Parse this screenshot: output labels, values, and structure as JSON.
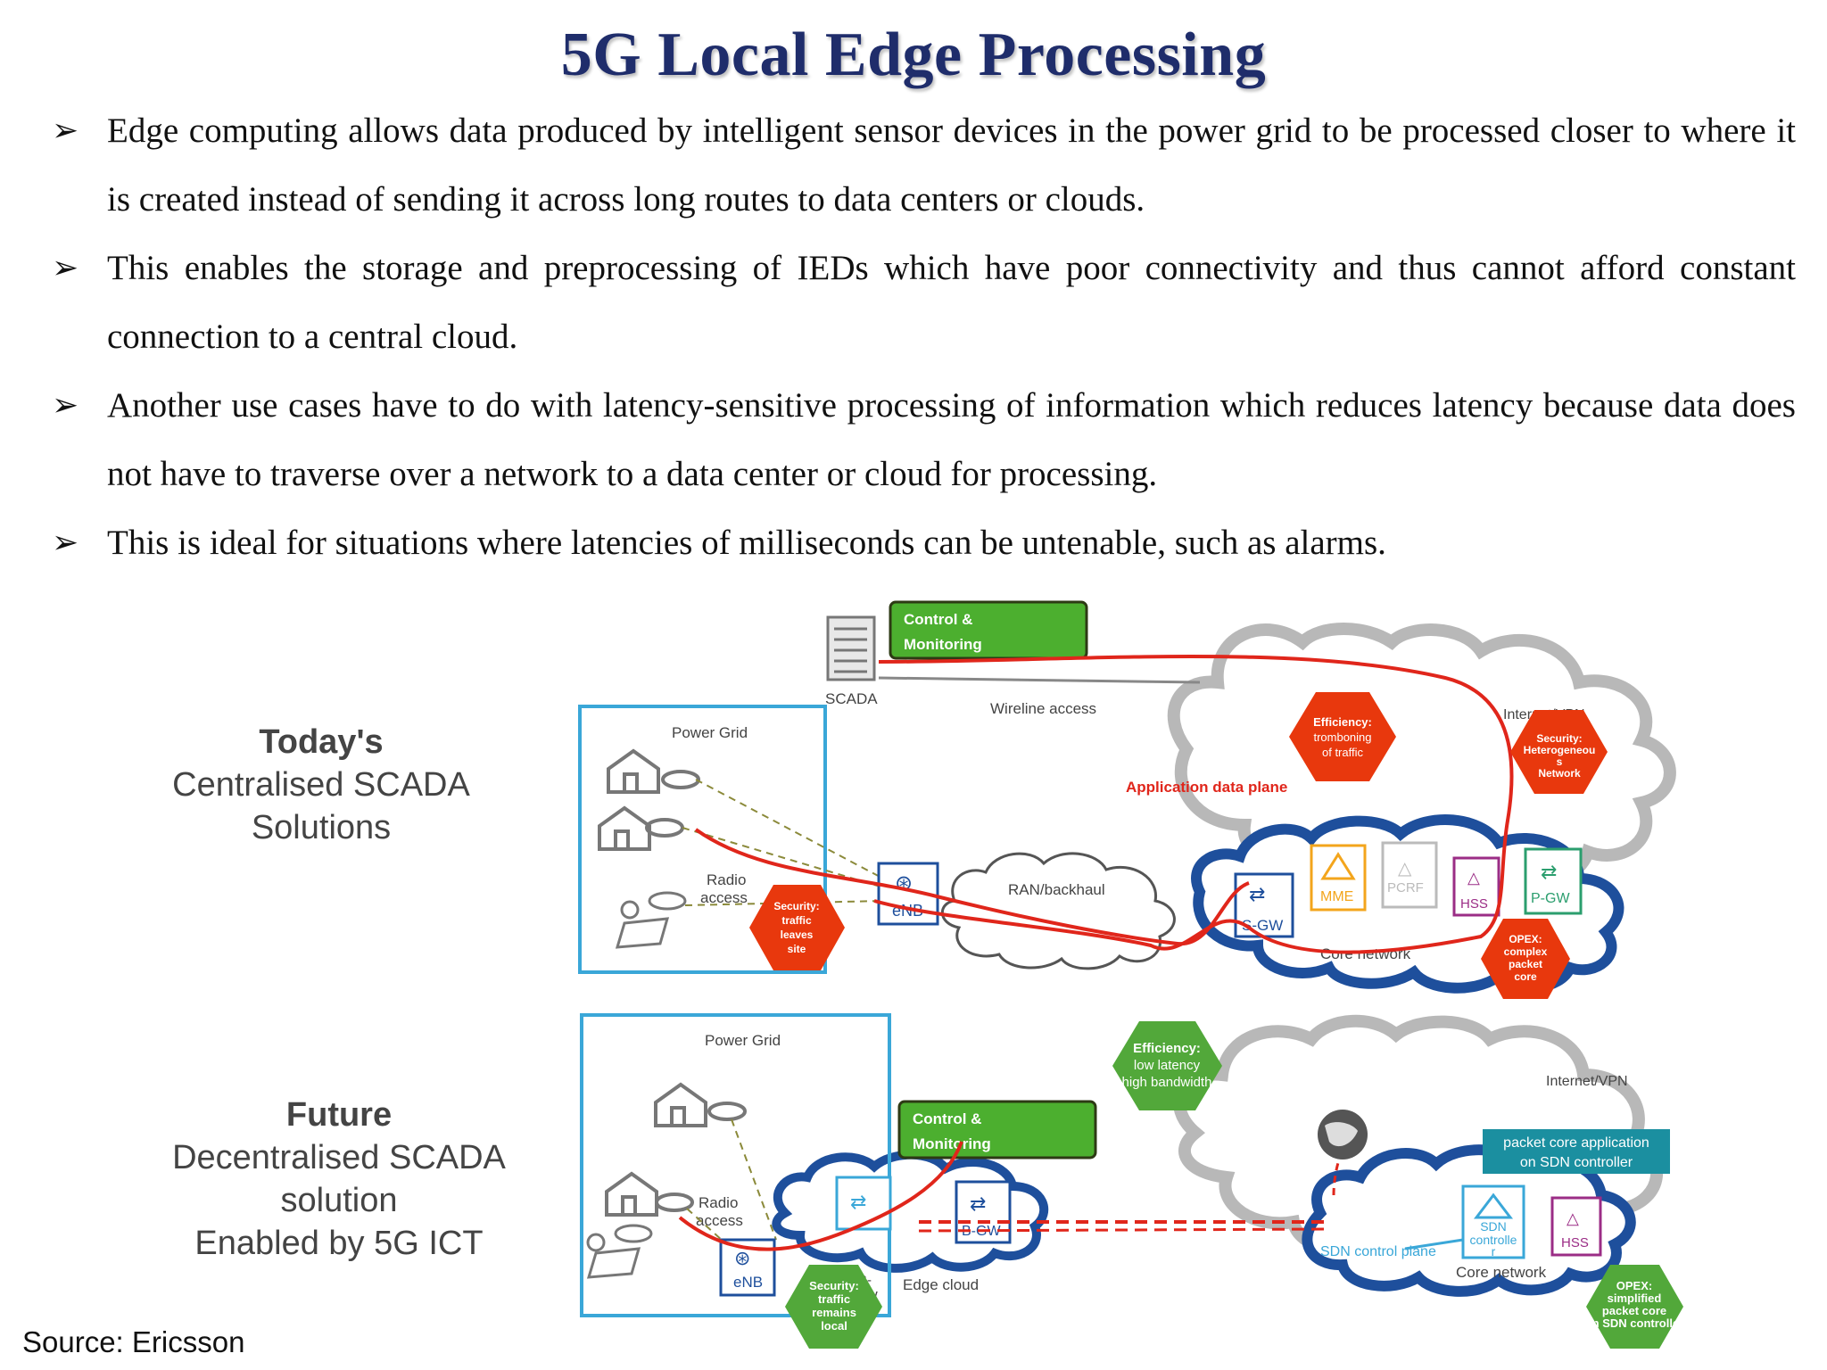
{
  "title": "5G Local Edge Processing",
  "bullets": [
    "Edge computing allows data produced by intelligent sensor devices in the power grid to be processed closer to where it is created instead of sending it across long routes to data centers or clouds.",
    "This enables the storage and preprocessing of IEDs which have poor connectivity and thus cannot afford constant connection to a central cloud.",
    "Another use cases have to do with latency-sensitive processing of information which reduces latency because data does not have to traverse over a network to a data center or cloud for processing.",
    "This is ideal for situations where latencies of milliseconds can be untenable, such as alarms."
  ],
  "source": "Source:  Ericsson",
  "today": {
    "heading": "Today's",
    "line2": "Centralised SCADA",
    "line3": "Solutions",
    "scada": "SCADA",
    "control": [
      "Control  &",
      "Monitoring"
    ],
    "wireline": "Wireline access",
    "power_grid": "Power Grid",
    "radio_access": [
      "Radio",
      "access"
    ],
    "enb": "eNB",
    "ran": "RAN/backhaul",
    "app_plane": "Application data plane",
    "internet": "Internet/VPN",
    "core": "Core network",
    "sgw": "S-GW",
    "mme": "MME",
    "pcrf": "PCRF",
    "hss": "HSS",
    "pgw": "P-GW",
    "hex_security": [
      "Security:",
      "traffic",
      "leaves",
      "site"
    ],
    "hex_efficiency": [
      "Efficiency:",
      "tromboning",
      "of traffic"
    ],
    "hex_security2": [
      "Security:",
      "Heterogeneou",
      "s",
      "Network"
    ],
    "hex_opex": [
      "OPEX:",
      "complex",
      "packet",
      "core"
    ]
  },
  "future": {
    "heading": "Future",
    "line2": "Decentralised SCADA",
    "line3": "solution",
    "line4": "Enabled by 5G ICT",
    "power_grid": "Power Grid",
    "control": [
      "Control  &",
      "Monitoring"
    ],
    "radio_access": [
      "Radio",
      "access"
    ],
    "enb": "eNB",
    "bgw": "B-GW",
    "bgw2": [
      "B-",
      "GW"
    ],
    "edge_cloud": "Edge cloud",
    "internet": "Internet/VPN",
    "packet_core": [
      "packet core application",
      "on SDN controller"
    ],
    "sdn_plane": "SDN control plane",
    "sdn_ctrl": [
      "SDN",
      "controlle",
      "r"
    ],
    "hss": "HSS",
    "core": "Core network",
    "hex_efficiency": [
      "Efficiency:",
      "low latency",
      "high bandwidth"
    ],
    "hex_security": [
      "Security:",
      "traffic",
      "remains",
      "local"
    ],
    "hex_opex": [
      "OPEX:",
      "simplified",
      "packet core",
      "on SDN controller"
    ]
  }
}
